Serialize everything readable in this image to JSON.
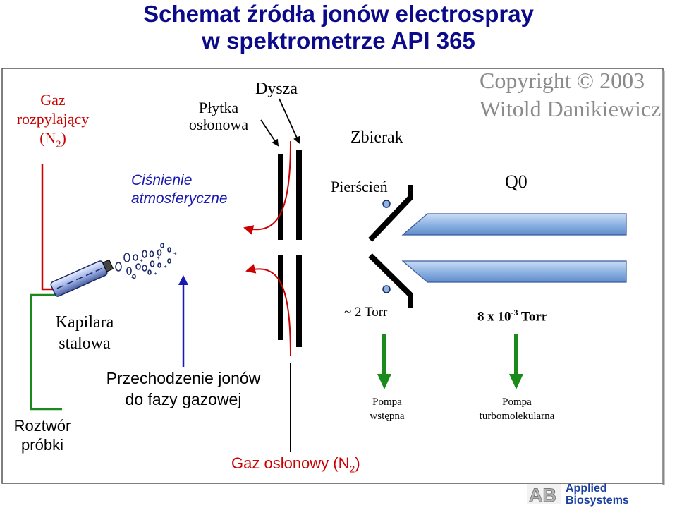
{
  "title": {
    "line1": "Schemat źródła jonów electrospray",
    "line2": "w spektrometrze API 365"
  },
  "labels": {
    "nebulizer_gas_line1": "Gaz",
    "nebulizer_gas_line2": "rozpylający",
    "nebulizer_gas_line3": "(N",
    "nebulizer_gas_sub": "2",
    "nebulizer_gas_close": ")",
    "shield_plate_line1": "Płytka",
    "shield_plate_line2": "osłonowa",
    "nozzle": "Dysza",
    "skimmer": "Zbierak",
    "ring": "Pierścień",
    "q0": "Q0",
    "pressure_atm_line1": "Ciśnienie",
    "pressure_atm_line2": "atmosferyczne",
    "capillary_line1": "Kapilara",
    "capillary_line2": "stalowa",
    "torr_2": "~ 2 Torr",
    "torr_q0_base": "8 x 10",
    "torr_q0_exp": "-3",
    "torr_q0_unit": " Torr",
    "ion_transfer_line1": "Przechodzenie jonów",
    "ion_transfer_line2": "do fazy gazowej",
    "sample_solution_line1": "Roztwór",
    "sample_solution_line2": "próbki",
    "curtain_gas": "Gaz osłonowy (N",
    "curtain_gas_sub": "2",
    "curtain_gas_close": ")",
    "pump_roughing_line1": "Pompa",
    "pump_roughing_line2": "wstępna",
    "pump_turbo_line1": "Pompa",
    "pump_turbo_line2": "turbomolekularna"
  },
  "copyright": {
    "line1": "Copyright © 2003",
    "line2": "Witold Danikiewicz"
  },
  "logo": {
    "mark": "AB",
    "line1": "Applied",
    "line2": "Biosystems"
  },
  "colors": {
    "title": "#0a0a8a",
    "gas_red": "#cc0000",
    "ion_blue": "#1a1ab0",
    "pump_green": "#1a8a1a",
    "quad_blue": "#8fb4e3",
    "copyright_grey": "#8a8a8a"
  }
}
